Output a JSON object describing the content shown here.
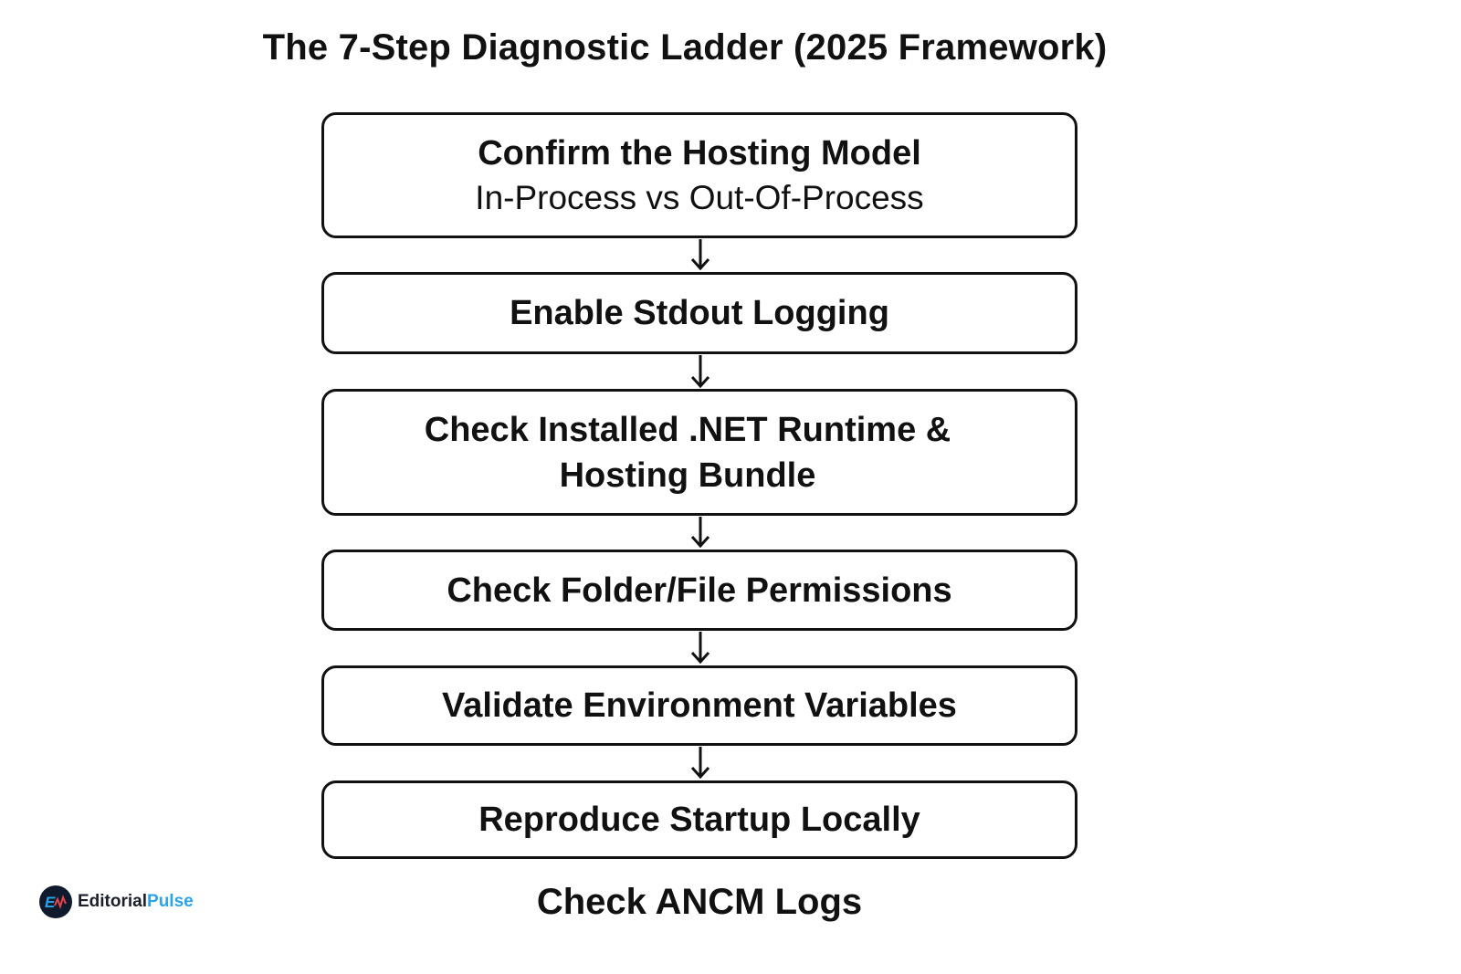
{
  "title": "The 7-Step Diagnostic Ladder (2025 Framework)",
  "steps": [
    {
      "title": "Confirm the Hosting Model",
      "subtitle": "In-Process vs Out-Of-Process"
    },
    {
      "title": "Enable Stdout Logging"
    },
    {
      "title": "Check Installed .NET Runtime &",
      "title2": "Hosting Bundle"
    },
    {
      "title": "Check Folder/File Permissions"
    },
    {
      "title": "Validate Environment Variables"
    },
    {
      "title": "Reproduce Startup Locally"
    }
  ],
  "final_step": "Check ANCM Logs",
  "brand": {
    "part1": "Editorial",
    "part2": "Pulse",
    "accent_color": "#2aa3e8",
    "dark_color": "#0f1b2d"
  }
}
